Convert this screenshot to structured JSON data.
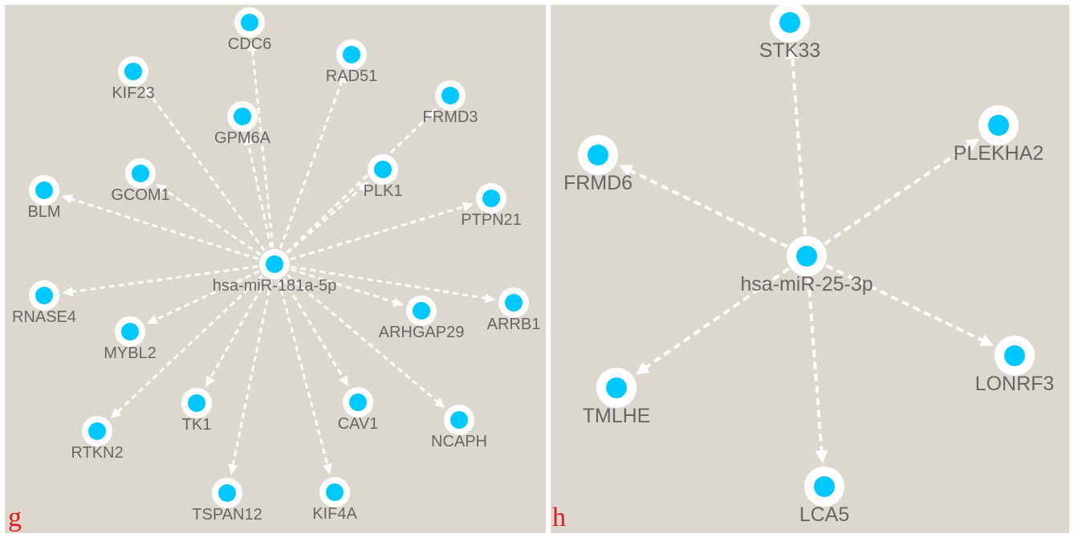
{
  "colors": {
    "background": "#ddd8cd",
    "node_fill": "#00c8ff",
    "node_ring": "#ffffff",
    "edge": "#ffffff",
    "label": "#666666",
    "panel_letter": "#e0191b"
  },
  "panels": [
    {
      "letter": "g",
      "center": {
        "id": "hsa-miR-181a-5p",
        "label": "hsa-miR-181a-5p"
      },
      "targets": [
        {
          "id": "CDC6",
          "label": "CDC6"
        },
        {
          "id": "RAD51",
          "label": "RAD51"
        },
        {
          "id": "KIF23",
          "label": "KIF23"
        },
        {
          "id": "FRMD3",
          "label": "FRMD3"
        },
        {
          "id": "GPM6A",
          "label": "GPM6A"
        },
        {
          "id": "PLK1",
          "label": "PLK1"
        },
        {
          "id": "GCOM1",
          "label": "GCOM1"
        },
        {
          "id": "BLM",
          "label": "BLM"
        },
        {
          "id": "PTPN21",
          "label": "PTPN21"
        },
        {
          "id": "RNASE4",
          "label": "RNASE4"
        },
        {
          "id": "ARRB1",
          "label": "ARRB1"
        },
        {
          "id": "ARHGAP29",
          "label": "ARHGAP29"
        },
        {
          "id": "MYBL2",
          "label": "MYBL2"
        },
        {
          "id": "TK1",
          "label": "TK1"
        },
        {
          "id": "CAV1",
          "label": "CAV1"
        },
        {
          "id": "NCAPH",
          "label": "NCAPH"
        },
        {
          "id": "RTKN2",
          "label": "RTKN2"
        },
        {
          "id": "TSPAN12",
          "label": "TSPAN12"
        },
        {
          "id": "KIF4A",
          "label": "KIF4A"
        }
      ]
    },
    {
      "letter": "h",
      "center": {
        "id": "hsa-miR-25-3p",
        "label": "hsa-miR-25-3p"
      },
      "targets": [
        {
          "id": "STK33",
          "label": "STK33"
        },
        {
          "id": "PLEKHA2",
          "label": "PLEKHA2"
        },
        {
          "id": "FRMD6",
          "label": "FRMD6"
        },
        {
          "id": "LONRF3",
          "label": "LONRF3"
        },
        {
          "id": "TMLHE",
          "label": "TMLHE"
        },
        {
          "id": "LCA5",
          "label": "LCA5"
        }
      ]
    }
  ]
}
